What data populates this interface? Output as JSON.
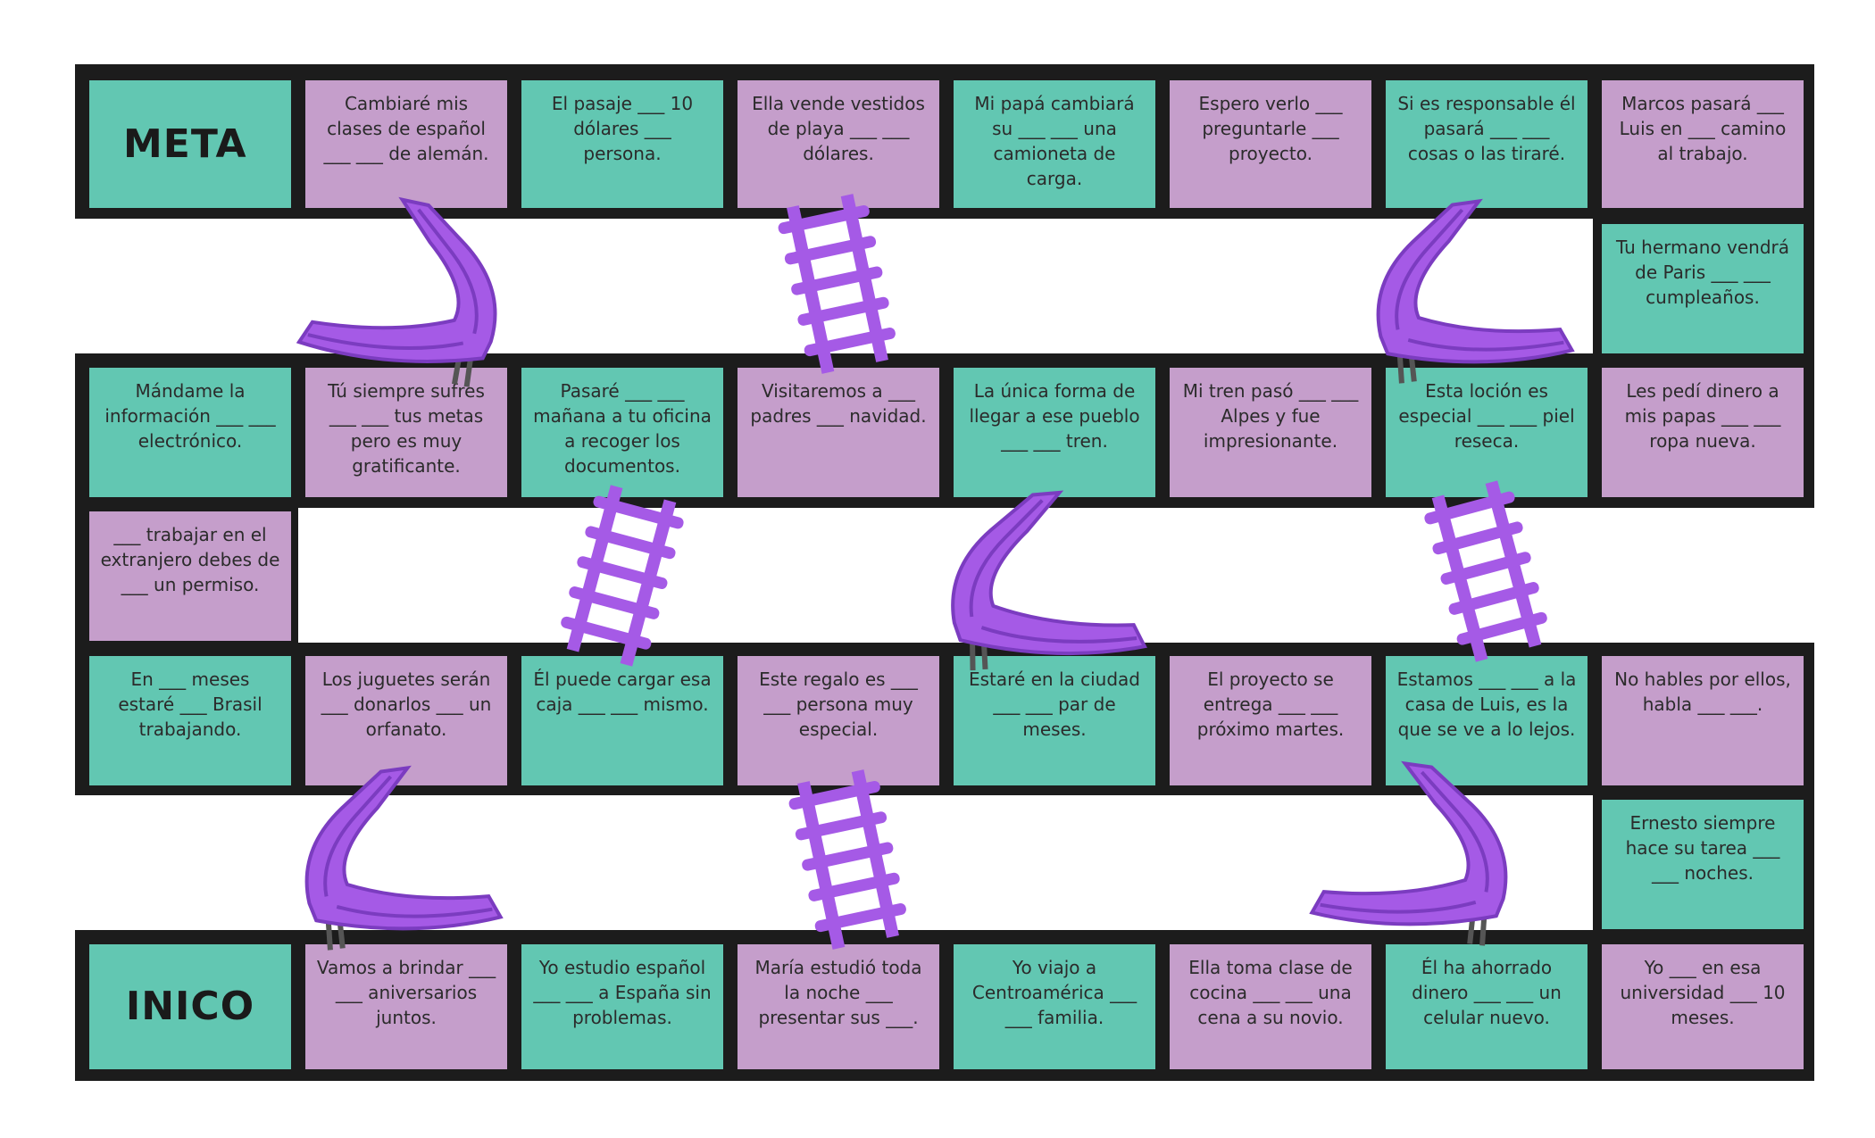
{
  "board": {
    "row1": [
      "META",
      "Cambiaré mis clases de español ___ ___ de alemán.",
      "El pasaje ___ 10 dólares ___ persona.",
      "Ella vende vestidos de playa ___ ___ dólares.",
      "Mi papá cambiará su ___ ___ una camioneta de carga.",
      "Espero verlo ___ preguntarle ___ proyecto.",
      "Si es responsable él pasará ___ ___ cosas o las tiraré.",
      "Marcos pasará ___ Luis en ___ camino al trabajo."
    ],
    "connector1": "Tu hermano vendrá de Paris ___ ___ cumpleaños.",
    "row2": [
      "Mándame la información ___ ___ electrónico.",
      "Tú siempre sufres ___ ___ tus metas pero es muy gratificante.",
      "Pasaré ___ ___ mañana a tu oficina a recoger los documentos.",
      "Visitaremos a ___ padres ___ navidad.",
      "La única forma de llegar a ese pueblo ___ ___ tren.",
      "Mi tren pasó ___ ___ Alpes y fue impresionante.",
      "Esta loción es especial ___ ___ piel reseca.",
      "Les pedí dinero a mis papas ___ ___ ropa nueva."
    ],
    "connector2": "___ trabajar en el extranjero debes de ___ un permiso.",
    "row3": [
      "En ___ meses estaré ___ Brasil trabajando.",
      "Los juguetes serán ___ donarlos ___ un orfanato.",
      "Él puede cargar esa caja ___ ___ mismo.",
      "Este regalo es ___ ___ persona muy especial.",
      "Estaré en la ciudad ___ ___ par de meses.",
      "El proyecto se entrega ___ ___ próximo martes.",
      "Estamos ___ ___ a la casa de Luis, es la que se ve a lo lejos.",
      "No hables por ellos, habla ___ ___."
    ],
    "connector3": "Ernesto siempre hace su tarea ___ ___ noches.",
    "row4": [
      "INICO",
      "Vamos a brindar ___ ___ aniversarios juntos.",
      "Yo estudio español ___ ___ a España sin problemas.",
      "María estudió toda la noche ___ presentar sus ___.",
      "Yo viajo a Centroamérica ___ ___ familia.",
      "Ella toma clase de cocina ___ ___ una cena a su novio.",
      "Él ha ahorrado dinero ___ ___ un celular nuevo.",
      "Yo ___ en esa universidad ___ 10 meses."
    ]
  },
  "colors": {
    "teal": "#62c7b2",
    "purple": "#c59ecb",
    "board_border": "#1c1c1c",
    "game_piece": "#a55ae6"
  },
  "pieces": {
    "ladders": [
      "ladder-1",
      "ladder-2",
      "ladder-3",
      "ladder-4"
    ],
    "slides": [
      "slide-1",
      "slide-2",
      "slide-3",
      "slide-4"
    ]
  }
}
